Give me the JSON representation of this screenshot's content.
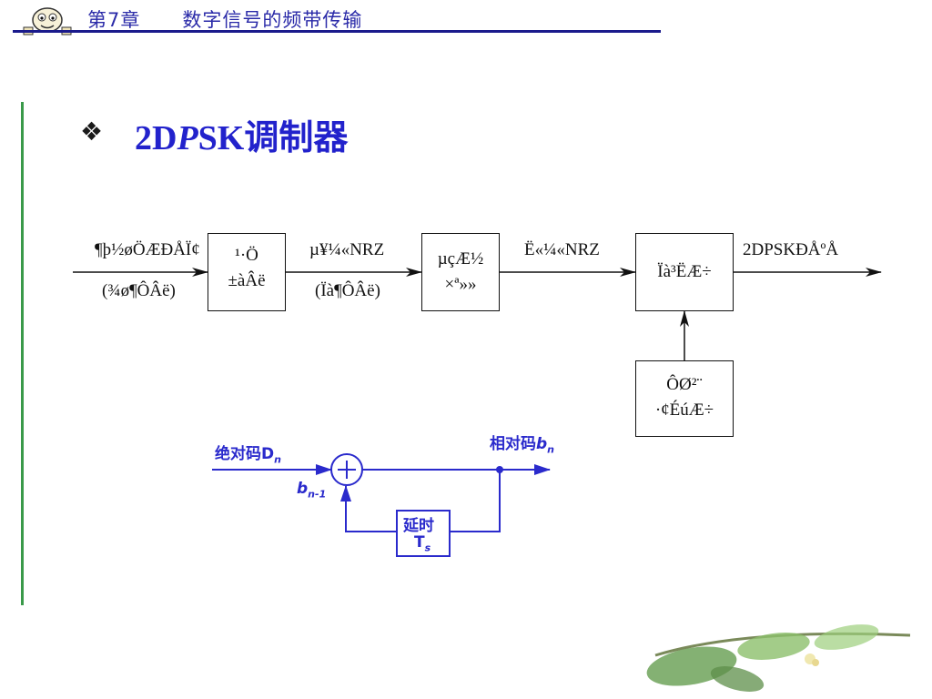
{
  "header": {
    "title": "第7章      数字信号的频带传输",
    "logo_icon": "cartoon-face-logo"
  },
  "slide": {
    "bullet_icon": "four-diamond-bullet",
    "title_num": "2D",
    "title_italic": "P",
    "title_rest": "SK调制器"
  },
  "block_diagram": {
    "input_label_1": "¶þ½øÖÆÐÅÏ¢",
    "input_label_2": "(¾ø¶ÔÂë)",
    "box1_line1": "¹·Ö",
    "box1_line2": "±àÂë",
    "mid_label_1": "µ¥¼«NRZ",
    "mid_label_2": "(Ïà¶ÔÂë)",
    "box2_line1": "µçÆ½",
    "box2_line2": "×ª»»",
    "mid2_label": "Ë«¼«NRZ",
    "box3_text": "Ïà³ËÆ÷",
    "output_label": "2DPSKÐÅºÅ",
    "box4_line1": "ÔØ²¨",
    "box4_line2": "·¢ÉúÆ÷"
  },
  "encoder_diagram": {
    "input_label": "绝对码D",
    "input_sub": "n",
    "output_label": "相对码",
    "output_var": "b",
    "output_sub": "n",
    "feedback_var": "b",
    "feedback_sub": "n-1",
    "adder_symbol": "+",
    "delay_line1": "延时",
    "delay_line2": "T",
    "delay_sub": "s"
  },
  "colors": {
    "accent": "#2a2acc",
    "bar": "#3a9a4a",
    "header_line": "#1a1a8c"
  }
}
